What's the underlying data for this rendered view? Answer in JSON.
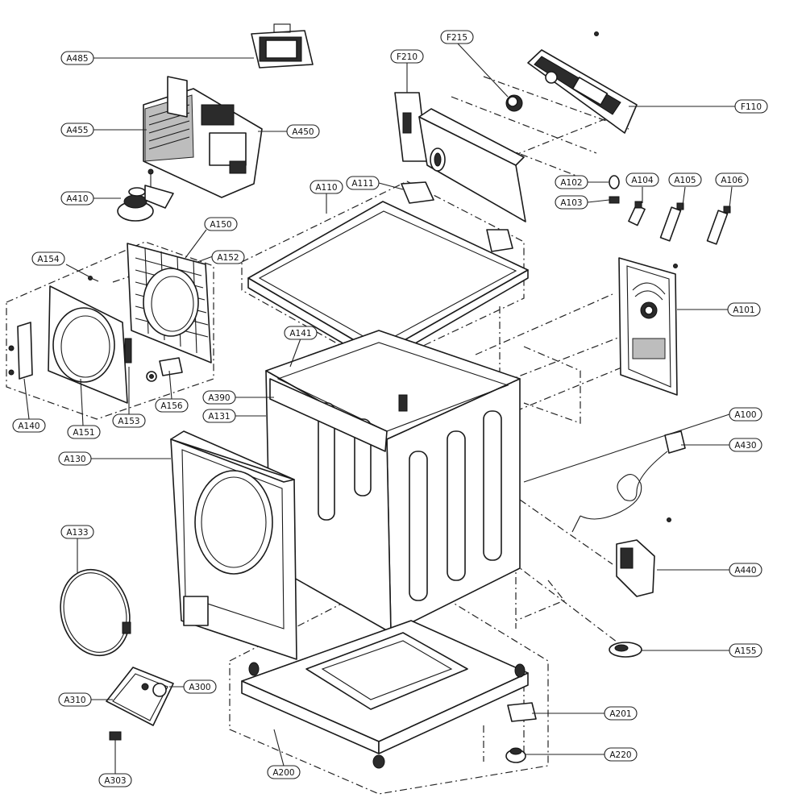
{
  "callouts": [
    {
      "id": "A485"
    },
    {
      "id": "A455"
    },
    {
      "id": "A450"
    },
    {
      "id": "A410"
    },
    {
      "id": "A154"
    },
    {
      "id": "A150"
    },
    {
      "id": "A152"
    },
    {
      "id": "A140"
    },
    {
      "id": "A151"
    },
    {
      "id": "A153"
    },
    {
      "id": "A156"
    },
    {
      "id": "A130"
    },
    {
      "id": "A133"
    },
    {
      "id": "A310"
    },
    {
      "id": "A300"
    },
    {
      "id": "A303"
    },
    {
      "id": "A200"
    },
    {
      "id": "A110"
    },
    {
      "id": "A111"
    },
    {
      "id": "A141"
    },
    {
      "id": "A390"
    },
    {
      "id": "A131"
    },
    {
      "id": "F210"
    },
    {
      "id": "F215"
    },
    {
      "id": "F110"
    },
    {
      "id": "A102"
    },
    {
      "id": "A103"
    },
    {
      "id": "A104"
    },
    {
      "id": "A105"
    },
    {
      "id": "A106"
    },
    {
      "id": "A101"
    },
    {
      "id": "A100"
    },
    {
      "id": "A430"
    },
    {
      "id": "A440"
    },
    {
      "id": "A155"
    },
    {
      "id": "A201"
    },
    {
      "id": "A220"
    }
  ]
}
